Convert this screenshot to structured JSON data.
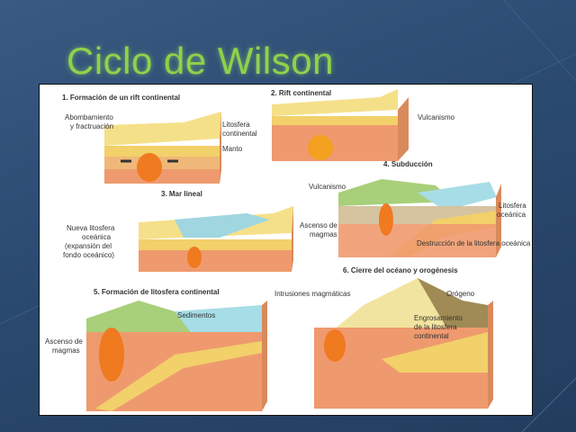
{
  "slide": {
    "title": "Ciclo de Wilson"
  },
  "diagram": {
    "panels": [
      {
        "title": "1. Formación de un rift continental",
        "labels": [
          "Abombamiento",
          "y fractruación",
          "Litosfera",
          "continental",
          "Manto"
        ]
      },
      {
        "title": "2. Rift continental",
        "labels": [
          "Vulcanismo"
        ]
      },
      {
        "title": "3. Mar lineal",
        "labels": [
          "Nueva litosfera",
          "oceánica",
          "(expansión del",
          "fondo oceánico)"
        ]
      },
      {
        "title": "4. Subducción",
        "labels": [
          "Vulcanismo",
          "Litosfera",
          "oceánica",
          "Ascenso de",
          "magmas",
          "Destrucción de la litosfera oceánica"
        ]
      },
      {
        "title": "5. Formación de litosfera continental",
        "labels": [
          "Sedimentos",
          "Ascenso de",
          "magmas"
        ]
      },
      {
        "title": "6. Cierre del océano y orogénesis",
        "labels": [
          "Intrusiones magmáticas",
          "Orógeno",
          "Engrosamiento",
          "de la litosfera",
          "continental"
        ]
      }
    ]
  },
  "colors": {
    "title": "#8fd24a",
    "background": "#2b4a70",
    "crust": "#f2d86a",
    "mantle": "#ef9a6e",
    "magma": "#f07a20",
    "ocean": "#9fd6e0"
  }
}
